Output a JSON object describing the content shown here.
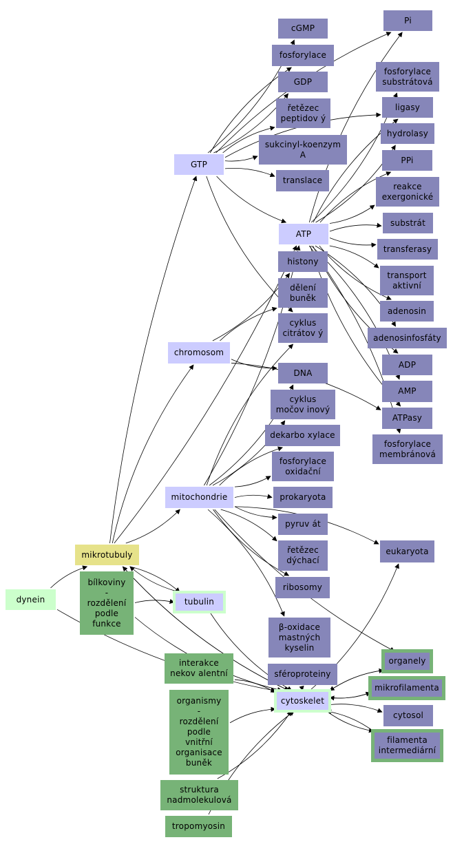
{
  "nodes": {
    "pi": "Pi",
    "cgmp": "cGMP",
    "fosforylace": "fosforylace",
    "gdp": "GDP",
    "retezec_peptidovy": "řetězec\npeptidov ý",
    "sukcinyl": "sukcinyl-koenzym\nA",
    "translace": "translace",
    "gtp": "GTP",
    "fosforylace_substratova": "fosforylace\nsubstrátová",
    "ligasy": "ligasy",
    "hydrolasy": "hydrolasy",
    "ppi": "PPi",
    "reakce_exergonicke": "reakce\nexergonické",
    "substrat": "substrát",
    "transferasy": "transferasy",
    "transport_aktivni": "transport\naktivní",
    "adenosin": "adenosin",
    "adenosinfosfaty": "adenosinfosfáty",
    "adp": "ADP",
    "amp": "AMP",
    "atpasy": "ATPasy",
    "fosforylace_membranova": "fosforylace\nmembránová",
    "atp": "ATP",
    "histony": "histony",
    "deleni_bunek": "dělení\nbuněk",
    "cyklus_citratovy": "cyklus\ncitrátov ý",
    "chromosom": "chromosom",
    "dna": "DNA",
    "cyklus_mocovinovy": "cyklus\nmočov inový",
    "dekarboxylace": "dekarbo xylace",
    "fosforylace_oxidacni": "fosforylace\noxidační",
    "mitochondrie": "mitochondrie",
    "prokaryota": "prokaryota",
    "pyruvat": "pyruv át",
    "retezec_dychaci": "řetězec\ndýchací",
    "eukaryota": "eukaryota",
    "mikrotubuly": "mikrotubuly",
    "ribosomy": "ribosomy",
    "dynein": "dynein",
    "bilkoviny": "bílkoviny\n-\nrozdělení\npodle\nfunkce",
    "tubulin": "tubulin",
    "beta_oxidace": "β-oxidace\nmastných\nkyselin",
    "organely": "organely",
    "interakce": "interakce\nnekov alentní",
    "sferoproteiny": "sféroproteiny",
    "mikrofilamenta": "mikrofilamenta",
    "cytoskelet": "cytoskelet",
    "cytosol": "cytosol",
    "organismy": "organismy\n-\nrozdělení\npodle\nvnitřní\norganisace\nbuněk",
    "filamenta": "filamenta\nintermediární",
    "struktura": "struktura\nnadmolekulová",
    "tropomyosin": "tropomyosin"
  },
  "colors": {
    "dark": "#8686b9",
    "light": "#ccccff",
    "green": "#77b377",
    "pale": "#ccffcc",
    "yellow": "#e6e28a",
    "edge": "#000000"
  },
  "edges": [
    [
      "gtp",
      "pi"
    ],
    [
      "gtp",
      "cgmp"
    ],
    [
      "gtp",
      "fosforylace"
    ],
    [
      "gtp",
      "gdp"
    ],
    [
      "gtp",
      "retezec_peptidovy"
    ],
    [
      "gtp",
      "sukcinyl"
    ],
    [
      "gtp",
      "translace"
    ],
    [
      "gtp",
      "atp"
    ],
    [
      "gtp",
      "ligasy"
    ],
    [
      "gtp",
      "cyklus_citratovy"
    ],
    [
      "atp",
      "pi"
    ],
    [
      "atp",
      "fosforylace_substratova"
    ],
    [
      "atp",
      "ligasy"
    ],
    [
      "atp",
      "hydrolasy"
    ],
    [
      "atp",
      "ppi"
    ],
    [
      "atp",
      "reakce_exergonicke"
    ],
    [
      "atp",
      "substrat"
    ],
    [
      "atp",
      "transferasy"
    ],
    [
      "atp",
      "transport_aktivni"
    ],
    [
      "atp",
      "adenosin"
    ],
    [
      "atp",
      "adenosinfosfaty"
    ],
    [
      "atp",
      "adp"
    ],
    [
      "atp",
      "amp"
    ],
    [
      "atp",
      "atpasy"
    ],
    [
      "atp",
      "fosforylace_membranova"
    ],
    [
      "chromosom",
      "histony"
    ],
    [
      "chromosom",
      "deleni_bunek"
    ],
    [
      "chromosom",
      "dna"
    ],
    [
      "chromosom",
      "atpasy"
    ],
    [
      "mitochondrie",
      "atp"
    ],
    [
      "mitochondrie",
      "cyklus_citratovy"
    ],
    [
      "mitochondrie",
      "cyklus_mocovinovy"
    ],
    [
      "mitochondrie",
      "dekarboxylace"
    ],
    [
      "mitochondrie",
      "fosforylace_oxidacni"
    ],
    [
      "mitochondrie",
      "prokaryota"
    ],
    [
      "mitochondrie",
      "pyruvat"
    ],
    [
      "mitochondrie",
      "retezec_dychaci"
    ],
    [
      "mitochondrie",
      "ribosomy"
    ],
    [
      "mitochondrie",
      "beta_oxidace"
    ],
    [
      "mitochondrie",
      "organely"
    ],
    [
      "mitochondrie",
      "eukaryota"
    ],
    [
      "mitochondrie",
      "dna"
    ],
    [
      "mikrotubuly",
      "gtp"
    ],
    [
      "mikrotubuly",
      "atp"
    ],
    [
      "mikrotubuly",
      "chromosom"
    ],
    [
      "mikrotubuly",
      "mitochondrie"
    ],
    [
      "mikrotubuly",
      "tubulin"
    ],
    [
      "mikrotubuly",
      "cytoskelet"
    ],
    [
      "dynein",
      "mikrotubuly"
    ],
    [
      "dynein",
      "cytoskelet"
    ],
    [
      "bilkoviny",
      "tubulin"
    ],
    [
      "bilkoviny",
      "cytoskelet"
    ],
    [
      "tubulin",
      "mikrotubuly"
    ],
    [
      "tubulin",
      "cytoskelet"
    ],
    [
      "interakce",
      "cytoskelet"
    ],
    [
      "sferoproteiny",
      "cytoskelet"
    ],
    [
      "organismy",
      "cytoskelet"
    ],
    [
      "struktura",
      "cytoskelet"
    ],
    [
      "tropomyosin",
      "cytoskelet"
    ],
    [
      "cytoskelet",
      "eukaryota"
    ],
    [
      "cytoskelet",
      "organely"
    ],
    [
      "cytoskelet",
      "mikrofilamenta"
    ],
    [
      "cytoskelet",
      "cytosol"
    ],
    [
      "cytoskelet",
      "filamenta"
    ],
    [
      "cytoskelet",
      "mikrotubuly"
    ],
    [
      "organely",
      "cytoskelet"
    ],
    [
      "mikrofilamenta",
      "cytoskelet"
    ],
    [
      "filamenta",
      "cytoskelet"
    ]
  ]
}
